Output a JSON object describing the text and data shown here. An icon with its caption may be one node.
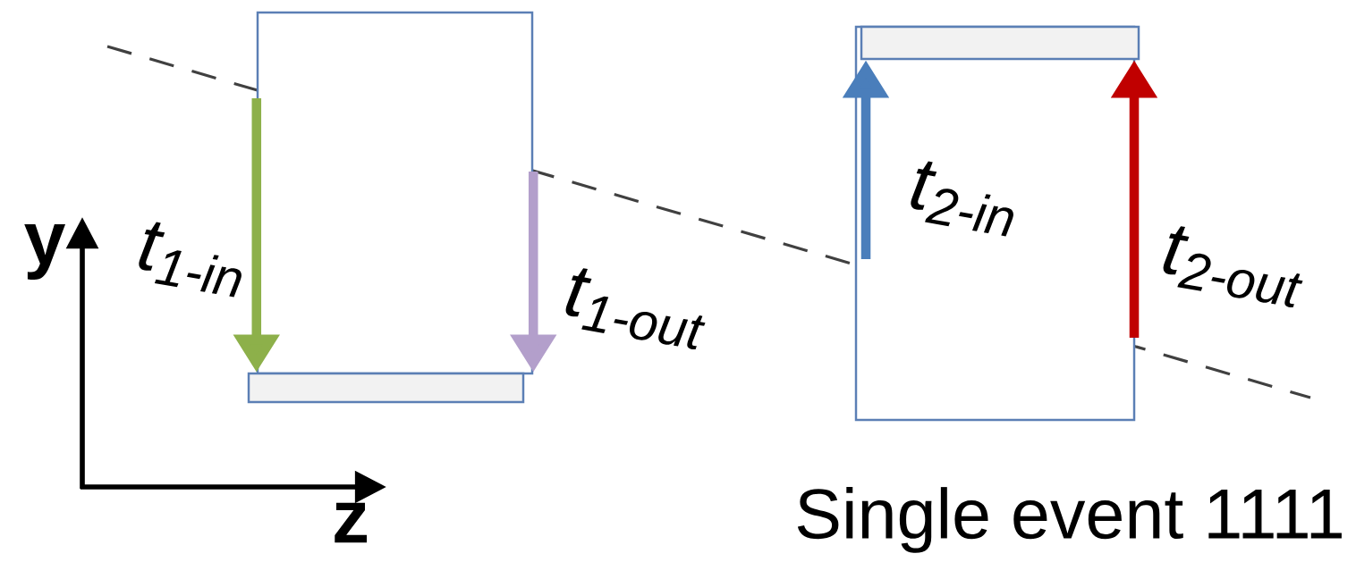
{
  "diagram": {
    "nodes": [
      {
        "text": [],
        "shape": "box"
      },
      {
        "text": [],
        "shape": "bar"
      },
      {
        "text": [],
        "shape": "box"
      },
      {
        "text": [],
        "shape": "bar",
        "in": 2
      }
    ],
    "edges": [
      {
        "from": 0,
        "to": 1,
        "arrow": "to",
        "label": "t$_{1-in}$",
        "color": "#8db04a"
      },
      {
        "from": 0,
        "to": 1,
        "arrow": "to",
        "label": "t$_{1-out}$",
        "color": "#b39fcb"
      },
      {
        "from": null,
        "to": 3,
        "arrow": "to",
        "label": "t$_{2-in}$",
        "color": "#4a7ebb"
      },
      {
        "from": null,
        "to": 3,
        "arrow": "to",
        "label": "t$_{2-out}$",
        "color": "#c00000"
      }
    ],
    "labels": [
      "y",
      "z",
      "Single event 1111"
    ]
  }
}
